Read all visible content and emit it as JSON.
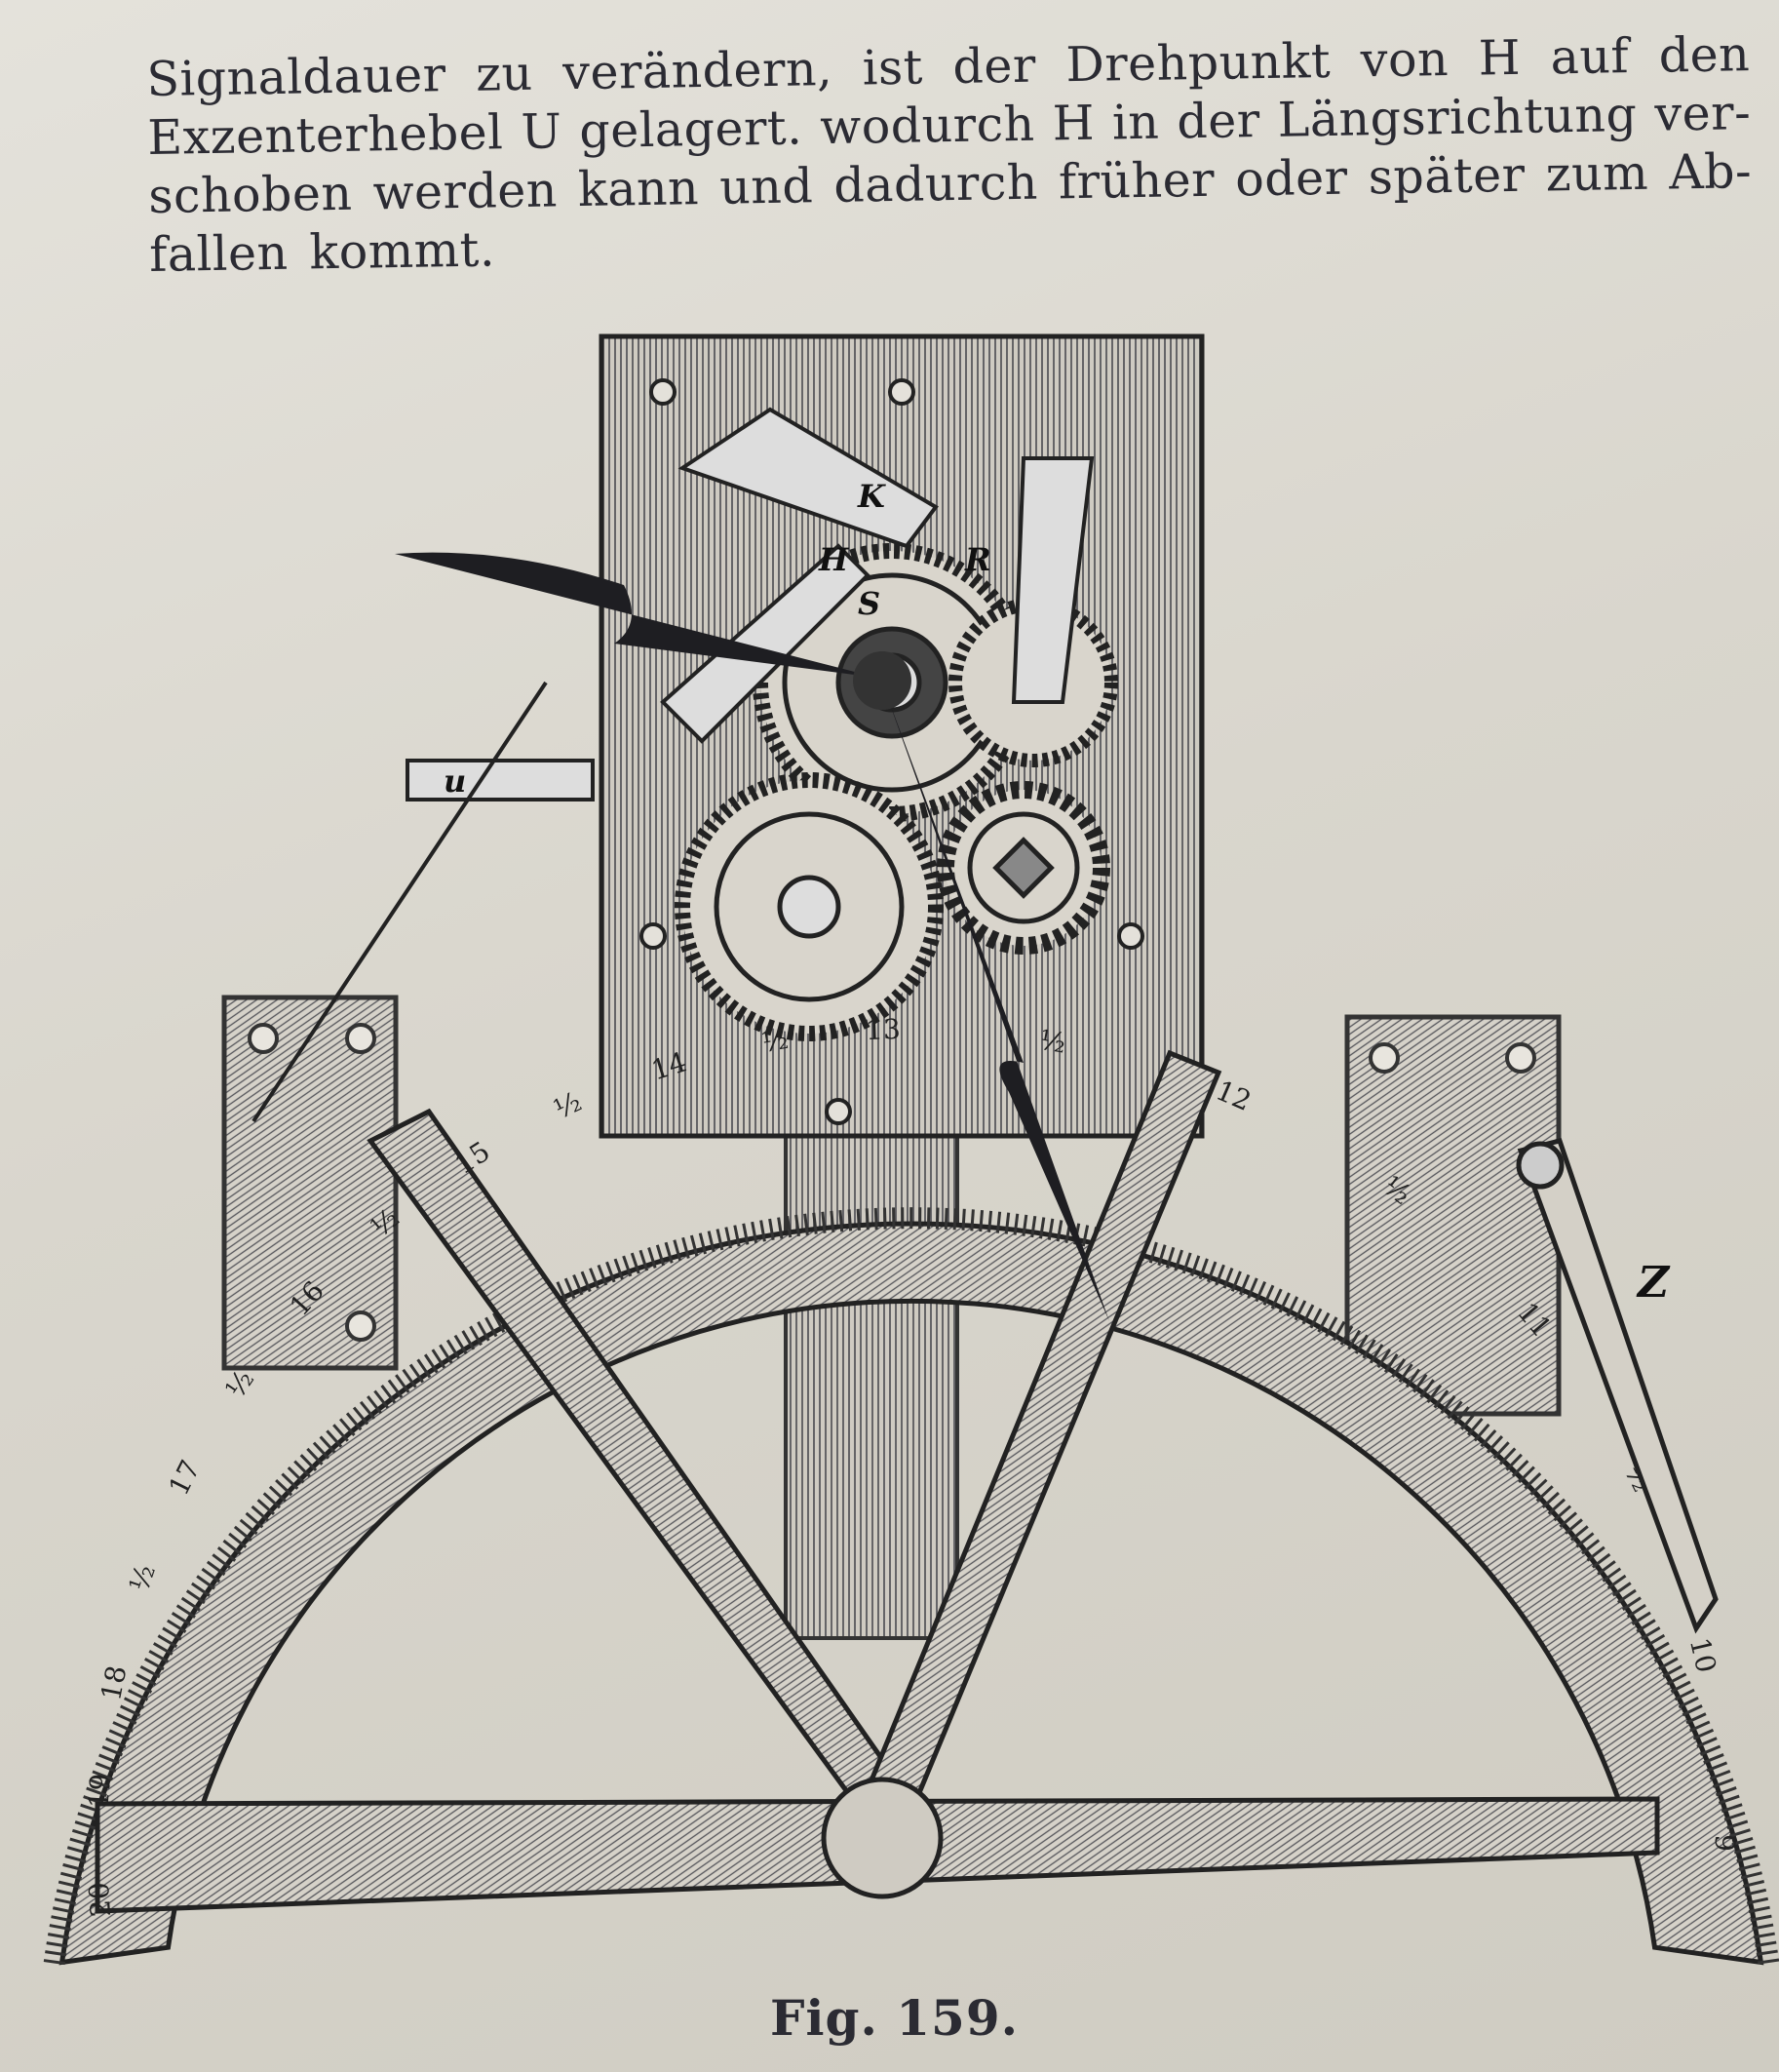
{
  "paragraph": {
    "lines": [
      "Signaldauer zu verändern, ist der Drehpunkt von H auf den",
      "Exzenterhebel U gelagert. wodurch H in der Längsrichtung ver-",
      "schoben werden kann und dadurch früher oder später zum Ab-",
      "fallen kommt."
    ]
  },
  "figure": {
    "caption": "Fig. 159.",
    "labels": {
      "K": "K",
      "R": "R",
      "H": "H",
      "S": "S",
      "u": "u",
      "Z": "Z"
    },
    "scale_left": [
      "20",
      "19",
      "18",
      "½",
      "17",
      "½",
      "16",
      "½",
      "15",
      "½",
      "14",
      "½",
      "13"
    ],
    "scale_right": [
      "½",
      "12",
      "½",
      "11",
      "½",
      "10",
      "9"
    ]
  }
}
